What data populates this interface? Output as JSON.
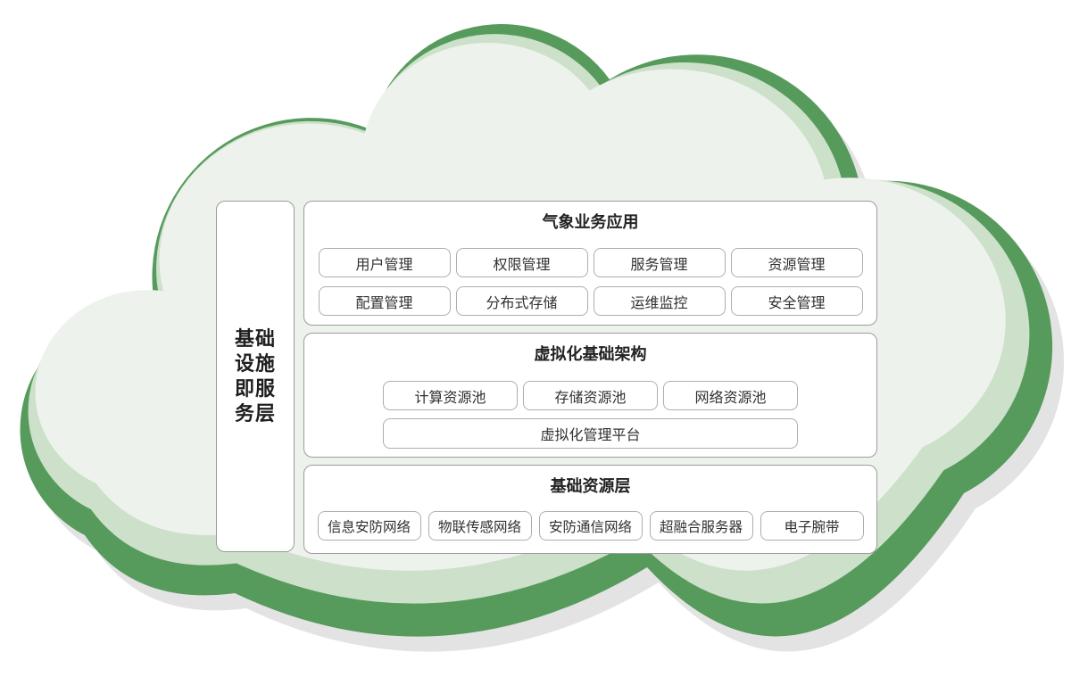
{
  "side_label": "基础\n设施\n即服\n务层",
  "sections": [
    {
      "title": "气象业务应用",
      "buttons": [
        "用户管理",
        "权限管理",
        "服务管理",
        "资源管理",
        "配置管理",
        "分布式存储",
        "运维监控",
        "安全管理"
      ]
    },
    {
      "title": "虚拟化基础架构",
      "buttons": [
        "计算资源池",
        "存储资源池",
        "网络资源池"
      ],
      "wide_button": "虚拟化管理平台"
    },
    {
      "title": "基础资源层",
      "buttons": [
        "信息安防网络",
        "物联传感网络",
        "安防通信网络",
        "超融合服务器",
        "电子腕带"
      ]
    }
  ],
  "colors": {
    "cloud_border": "#569b5c",
    "cloud_inner_band": "#cde0ca",
    "cloud_fill": "#edf3ec",
    "cloud_shadow": "#e3e3e3"
  }
}
